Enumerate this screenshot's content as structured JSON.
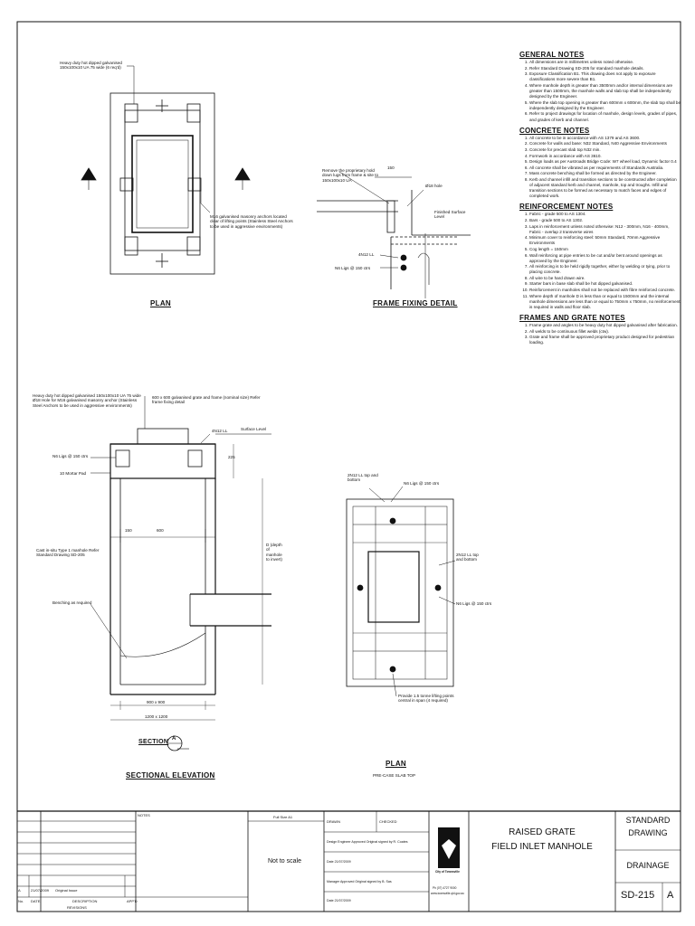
{
  "drawing": {
    "plan_title": "PLAN",
    "frame_detail_title": "FRAME FIXING DETAIL",
    "section_title": "SECTIONAL ELEVATION",
    "section_marker": "SECTION",
    "section_letter": "A",
    "plan2_title": "PLAN",
    "plan2_subtitle": "PRE-CASE SLAB TOP",
    "labels": {
      "plan_angle": "Heavy duty hot dipped galvanised 150x100x10 UA 75 wide (6 req'd)",
      "plan_anchor": "M16 galvanised masonry anchors located clear of lifting points (Stainless Steel Anchors to be used in aggressive environments)",
      "ff_remove": "Remove the proprietary hold down lugs from frame & site to 150x100x10 UA",
      "ff_dim": "150",
      "ff_hole": "Ø18 hole",
      "ff_surface": "Finished Surface Level",
      "ff_bar": "4N12 LL",
      "ff_ligs": "N6 Ligs @ 150 ctrs",
      "se_angle": "Heavy duty hot dipped galvanised 150x100x10 UA 75 wide Ø18 Hole for M16 galvanised masonry anchor (Stainless Steel Anchors to be used in aggressive environments)",
      "se_grate": "600 x 600 galvanised grate and frame (nominal size) Refer frame fixing detail",
      "se_bar": "4N12 LL",
      "se_surface": "Surface Level",
      "se_ligs": "N6 Ligs @ 150 ctrs",
      "se_mortar": "10 Mortar Pad",
      "se_castin": "Cast in-situ Type 1 manhole Refer Standard Drawing SD-205",
      "se_benching": "Benching as required",
      "se_dim_150": "150",
      "se_dim_600": "600",
      "se_dim_900": "900 x 900",
      "se_dim_1200": "1200 x 1200",
      "se_depth": "D (depth of manhole to invert)",
      "se_top": "225",
      "p2_bar_top": "2N12 LL top and bottom",
      "p2_ligs_top": "N6 Ligs @ 150 ctrs",
      "p2_bar_side": "2N12 LL top and bottom",
      "p2_ligs_side": "N6 Ligs @ 150 ctrs",
      "p2_lift": "Provide 1.5 tonne lifting points central in span (4 required)"
    }
  },
  "notes": [
    {
      "heading": "GENERAL NOTES",
      "items": [
        "All dimensions are in millimetres unless noted otherwise.",
        "Refer Standard Drawing SD-205 for standard manhole details.",
        "Exposure Classification B1. This drawing does not apply to exposure classifications more severe than B1.",
        "Where manhole depth is greater than 3500mm and/or internal dimensions are greater than 1500mm, the manhole walls and slab top shall be independently designed by the Engineer.",
        "Where the slab top opening is greater than 600mm x 600mm, the slab top shall be independently designed by the Engineer.",
        "Refer to project drawings for location of manhole, design levels, grades of pipes, and grades of kerb and channel."
      ]
    },
    {
      "heading": "CONCRETE NOTES",
      "items": [
        "All concrete to be in accordance with AS 1379 and AS 3600.",
        "Concrete for walls and base: N32 Standard, N40 Aggressive Environments",
        "Concrete for precast slab top N32 min.",
        "Formwork in accordance with AS 3610.",
        "Design loads as per Austroads Bridge Code: W7 wheel load, Dynamic factor 0.4",
        "All concrete shall be vibrated as per requirements of Standards Australia.",
        "Mass concrete benching shall be formed as directed by the Engineer.",
        "Kerb and channel infill and transition sections to be constructed after completion of adjacent standard kerb and channel, manhole, top and troughs. Infill and transition sections to be formed as necessary to match faces and edges of completed work."
      ]
    },
    {
      "heading": "REINFORCEMENT NOTES",
      "items": [
        "Fabric - grade 500 to AS 1304.",
        "Bars - grade 500 to AS 1302.",
        "Laps in reinforcement unless noted otherwise: N12 - 300mm, N16 - 400mm, Fabric - overlap 2 transverse wires",
        "Minimum cover to reinforcing steel: 50mm Standard, 70mm Aggressive Environments",
        "Cog length = 150mm",
        "Wall reinforcing at pipe entries to be cut and/or bent around openings as approved by the Engineer.",
        "All reinforcing is to be held rigidly together, either by welding or tying, prior to placing concrete.",
        "All wire to be hard drawn wire.",
        "Starter bars in base slab shall be hot dipped galvanised.",
        "Reinforcement in manholes shall not be replaced with fibre reinforced concrete.",
        "Where depth of manhole D is less than or equal to 1500mm and the internal manhole dimensions are less than or equal to 750mm x 750mm, no reinforcement is required in walls and floor slab."
      ]
    },
    {
      "heading": "FRAMES AND GRATE NOTES",
      "items": [
        "Frame grate and angles to be heavy duty hot dipped galvanised after fabrication.",
        "All welds to be continuous fillet welds (ctw).",
        "Grate and frame shall be approved proprietary product designed for pedestrian loading."
      ]
    }
  ],
  "titleblock": {
    "notes_label": "NOTES",
    "full_size": "Full Size A1",
    "scale": "Not to scale",
    "drawn_label": "DRAWN",
    "checked_label": "CHECKED",
    "design_eng": "Design Engineer Approved Original signed by R. Coates",
    "design_date": "Date 21/07/2009",
    "manager": "Manager Approved Original signed by B. Sas",
    "manager_date": "Date 21/07/2009",
    "council": "City of Townsville",
    "phone": "Ph (07) 4727 9000",
    "web": "www.townsville.qld.gov.au",
    "title_line1": "RAISED GRATE",
    "title_line2": "FIELD INLET MANHOLE",
    "std_label_1": "STANDARD",
    "std_label_2": "DRAWING",
    "category": "DRAINAGE",
    "drawing_no": "SD-215",
    "revision": "A",
    "rev_row": {
      "rev": "A",
      "date": "21/07/2009",
      "desc": "Original Issue"
    },
    "col_no": "No.",
    "col_date": "DATE",
    "col_desc": "DESCRIPTION",
    "col_appd": "APP'D",
    "revisions_label": "REVISIONS"
  },
  "colors": {
    "ink": "#111111",
    "paper": "#ffffff"
  }
}
